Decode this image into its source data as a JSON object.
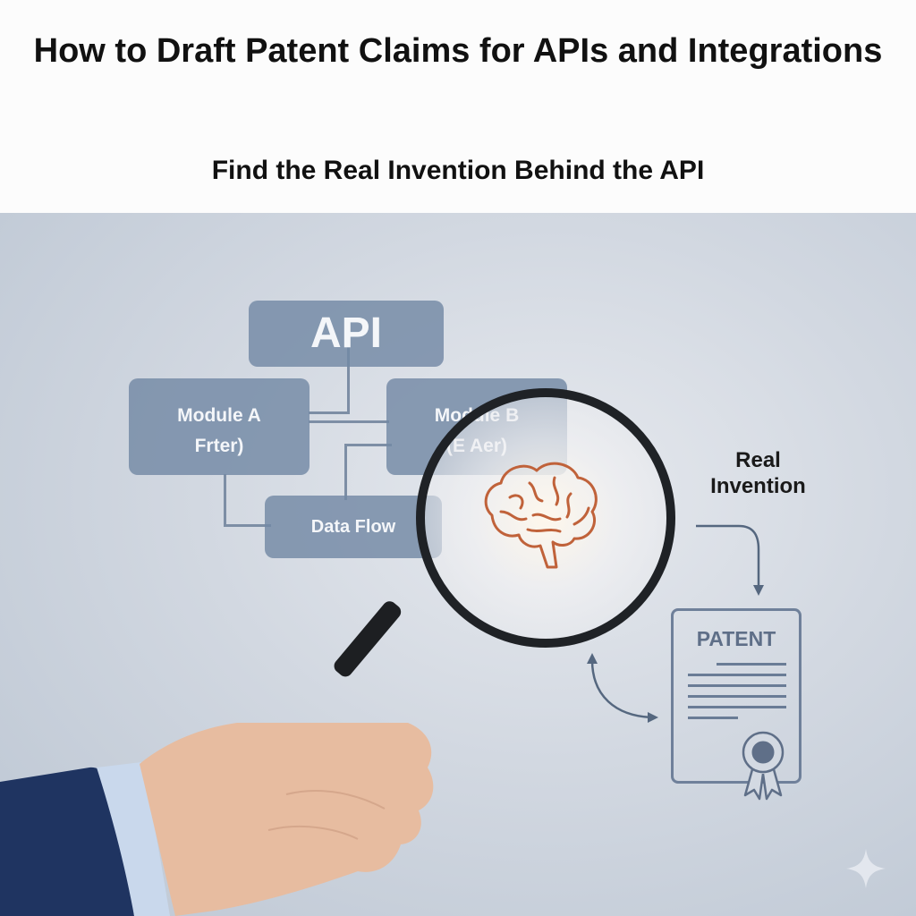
{
  "header": {
    "title": "How to Draft Patent Claims for APIs and Integrations",
    "subtitle": "Find the Real Invention Behind the API"
  },
  "diagram": {
    "api_box": {
      "label": "API"
    },
    "module_a": {
      "line1": "Module A",
      "line2": "Frter)"
    },
    "module_b": {
      "line1": "Module B",
      "line2": "(E Aer)"
    },
    "data_flow": {
      "label": "Data Flow"
    }
  },
  "callout": {
    "real_invention": "Real Invention",
    "patent_label": "PATENT"
  },
  "icons": {
    "magnifier": "magnifying-glass-icon",
    "brain": "brain-icon",
    "seal": "award-seal-icon",
    "sparkle": "sparkle-icon"
  },
  "colors": {
    "box_fill": "#7389a5",
    "background": "#c9d1dc",
    "brain_stroke": "#c0623a",
    "patent_stroke": "#6f809a",
    "suit": "#1f3461",
    "cuff": "#c9d8ec",
    "skin": "#e7bca0"
  }
}
